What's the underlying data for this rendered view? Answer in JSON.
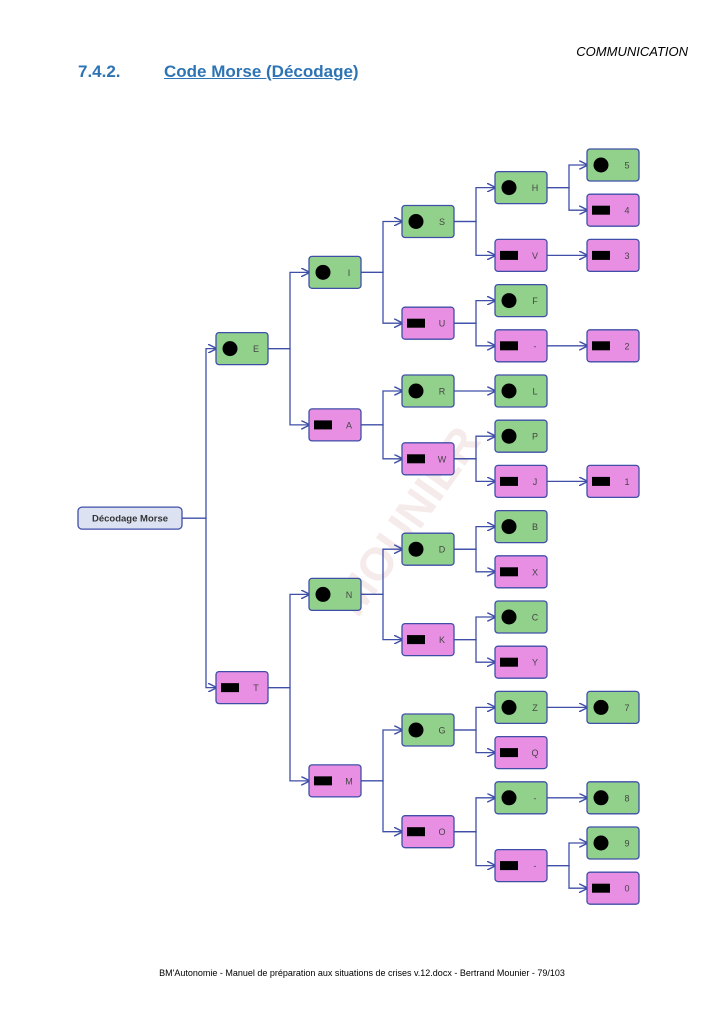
{
  "header": {
    "section": "COMMUNICATION"
  },
  "heading": {
    "number": "7.4.2.",
    "title": "Code Morse (Décodage)"
  },
  "watermark": {
    "text": "MOUNIER"
  },
  "footer": {
    "text": "BM'Autonomie - Manuel de préparation aux situations de crises v.12.docx - Bertrand Mounier - 79/103"
  },
  "colors": {
    "dot_node": "#92D18B",
    "dash_node": "#E88FE4",
    "root_node": "#DDE2F3",
    "edge": "#3F4FA8",
    "border": "#3F4FA8"
  },
  "tree": {
    "label": "Décodage Morse",
    "children": [
      {
        "label": "E",
        "signal": "dot",
        "children": [
          {
            "label": "I",
            "signal": "dot",
            "children": [
              {
                "label": "S",
                "signal": "dot",
                "children": [
                  {
                    "label": "H",
                    "signal": "dot",
                    "children": [
                      {
                        "label": "5",
                        "signal": "dot"
                      },
                      {
                        "label": "4",
                        "signal": "dash"
                      }
                    ]
                  },
                  {
                    "label": "V",
                    "signal": "dash",
                    "children": [
                      {
                        "label": "3",
                        "signal": "dash"
                      }
                    ]
                  }
                ]
              },
              {
                "label": "U",
                "signal": "dash",
                "children": [
                  {
                    "label": "F",
                    "signal": "dot"
                  },
                  {
                    "label": "-",
                    "signal": "dash",
                    "children": [
                      {
                        "label": "2",
                        "signal": "dash"
                      }
                    ]
                  }
                ]
              }
            ]
          },
          {
            "label": "A",
            "signal": "dash",
            "children": [
              {
                "label": "R",
                "signal": "dot",
                "children": [
                  {
                    "label": "L",
                    "signal": "dot"
                  }
                ]
              },
              {
                "label": "W",
                "signal": "dash",
                "children": [
                  {
                    "label": "P",
                    "signal": "dot"
                  },
                  {
                    "label": "J",
                    "signal": "dash",
                    "children": [
                      {
                        "label": "1",
                        "signal": "dash"
                      }
                    ]
                  }
                ]
              }
            ]
          }
        ]
      },
      {
        "label": "T",
        "signal": "dash",
        "children": [
          {
            "label": "N",
            "signal": "dot",
            "children": [
              {
                "label": "D",
                "signal": "dot",
                "children": [
                  {
                    "label": "B",
                    "signal": "dot"
                  },
                  {
                    "label": "X",
                    "signal": "dash"
                  }
                ]
              },
              {
                "label": "K",
                "signal": "dash",
                "children": [
                  {
                    "label": "C",
                    "signal": "dot"
                  },
                  {
                    "label": "Y",
                    "signal": "dash"
                  }
                ]
              }
            ]
          },
          {
            "label": "M",
            "signal": "dash",
            "children": [
              {
                "label": "G",
                "signal": "dot",
                "children": [
                  {
                    "label": "Z",
                    "signal": "dot",
                    "children": [
                      {
                        "label": "7",
                        "signal": "dot"
                      }
                    ]
                  },
                  {
                    "label": "Q",
                    "signal": "dash"
                  }
                ]
              },
              {
                "label": "O",
                "signal": "dash",
                "children": [
                  {
                    "label": "-",
                    "signal": "dot",
                    "children": [
                      {
                        "label": "8",
                        "signal": "dot"
                      }
                    ]
                  },
                  {
                    "label": "-",
                    "signal": "dash",
                    "children": [
                      {
                        "label": "9",
                        "signal": "dot"
                      },
                      {
                        "label": "0",
                        "signal": "dash"
                      }
                    ]
                  }
                ]
              }
            ]
          }
        ]
      }
    ]
  }
}
